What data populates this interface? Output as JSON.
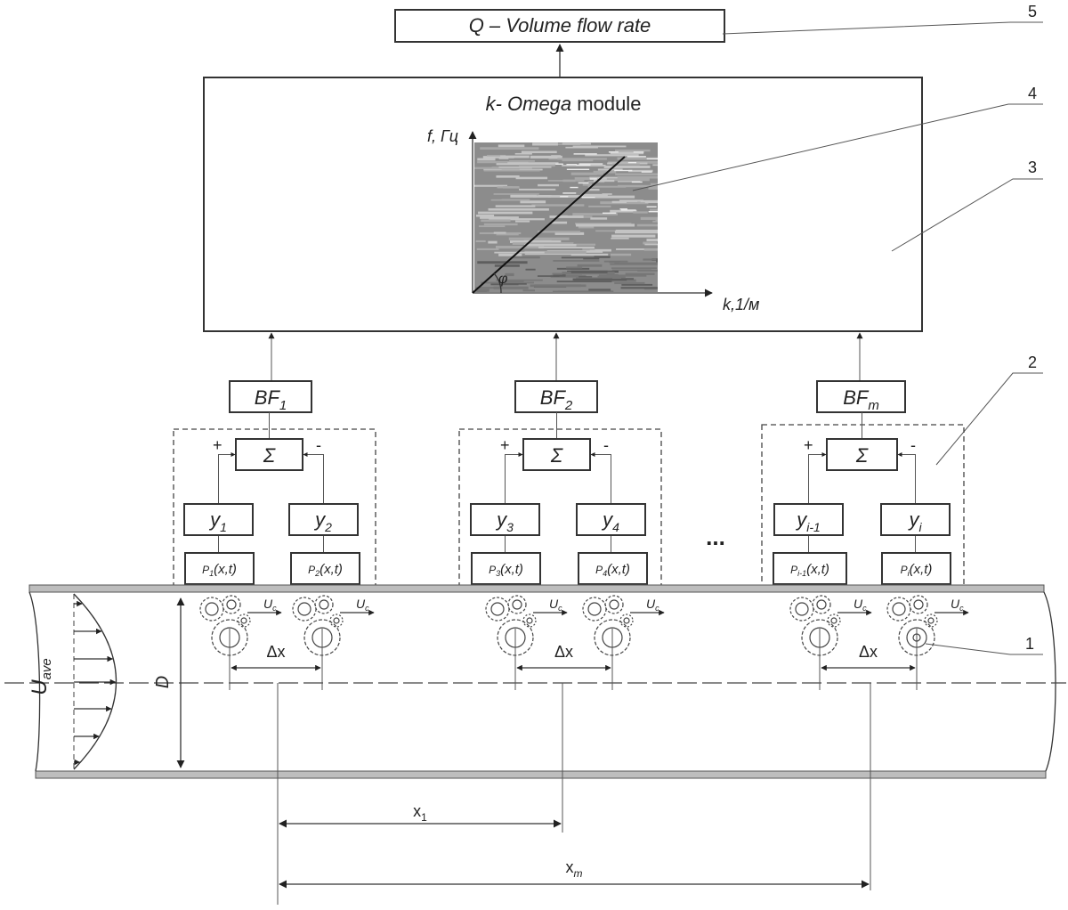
{
  "output_box": {
    "label": "Q – Volume flow rate"
  },
  "module": {
    "title_italic": "k- Omega",
    "title_rest": " module"
  },
  "plot": {
    "y_axis_label": "f, Гц",
    "x_axis_label": "k,1/м",
    "angle_label": "φ"
  },
  "callouts": [
    "5",
    "4",
    "3",
    "2",
    "1"
  ],
  "beamformers": [
    {
      "base": "BF",
      "sub": "1"
    },
    {
      "base": "BF",
      "sub": "2"
    },
    {
      "base": "BF",
      "sub": "m"
    }
  ],
  "sum_symbol": "Σ",
  "signs": {
    "plus": "+",
    "minus": "-"
  },
  "amplifiers": [
    {
      "base": "y",
      "sub": "1"
    },
    {
      "base": "y",
      "sub": "2"
    },
    {
      "base": "y",
      "sub": "3"
    },
    {
      "base": "y",
      "sub": "4"
    },
    {
      "base": "y",
      "sub": "i-1"
    },
    {
      "base": "y",
      "sub": "i"
    }
  ],
  "sensors": [
    {
      "base": "P",
      "sub": "1",
      "args": "(x,t)"
    },
    {
      "base": "P",
      "sub": "2",
      "args": "(x,t)"
    },
    {
      "base": "P",
      "sub": "3",
      "args": "(x,t)"
    },
    {
      "base": "P",
      "sub": "4",
      "args": "(x,t)"
    },
    {
      "base": "P",
      "sub": "i-1",
      "args": "(x,t)"
    },
    {
      "base": "P",
      "sub": "i",
      "args": "(x,t)"
    }
  ],
  "ellipsis": "...",
  "convection": {
    "base": "U",
    "sub": "c"
  },
  "dx_label": "Δx",
  "pipe": {
    "diameter_label": "D",
    "velocity": {
      "base": "U",
      "sub": "ave"
    }
  },
  "distances": [
    {
      "base": "x",
      "sub": "1"
    },
    {
      "base": "x",
      "sub": "m"
    }
  ],
  "colors": {
    "line": "#333333",
    "pipe_wall": "#bdbdbd",
    "spectrum": "#8c8c8c"
  }
}
